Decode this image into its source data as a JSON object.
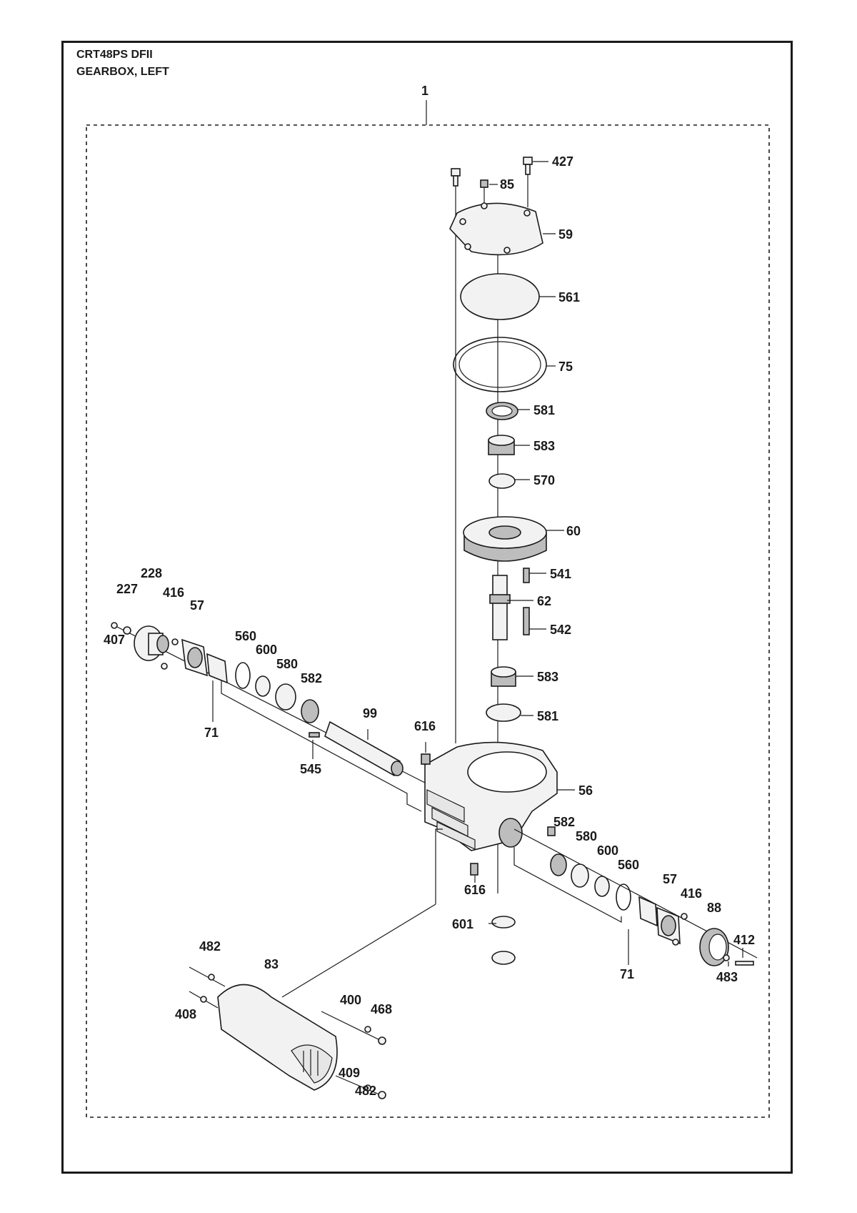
{
  "header": {
    "model": "CRT48PS DFII",
    "section": "GEARBOX, LEFT"
  },
  "assembly_label": "1",
  "callouts": {
    "c427": "427",
    "c85": "85",
    "c59": "59",
    "c561": "561",
    "c75": "75",
    "c581a": "581",
    "c583a": "583",
    "c570": "570",
    "c60": "60",
    "c541": "541",
    "c62": "62",
    "c542": "542",
    "c583b": "583",
    "c581b": "581",
    "c228": "228",
    "c227": "227",
    "c416a": "416",
    "c57a": "57",
    "c407": "407",
    "c560a": "560",
    "c600a": "600",
    "c580a": "580",
    "c582a": "582",
    "c71a": "71",
    "c99": "99",
    "c616a": "616",
    "c545": "545",
    "c56": "56",
    "c582b": "582",
    "c580b": "580",
    "c600b": "600",
    "c560b": "560",
    "c57b": "57",
    "c416b": "416",
    "c88": "88",
    "c412": "412",
    "c483": "483",
    "c71b": "71",
    "c616b": "616",
    "c601": "601",
    "c482a": "482",
    "c83": "83",
    "c408": "408",
    "c400": "400",
    "c468": "468",
    "c409": "409",
    "c482b": "482"
  },
  "icons": [
    "bolt-icon",
    "nipple-icon",
    "cover-plate-icon",
    "o-ring-icon",
    "gasket-icon",
    "bearing-cup-icon",
    "tapered-bearing-icon",
    "shim-icon",
    "worm-gear-icon",
    "key-icon",
    "shaft-icon",
    "housing-icon",
    "flange-icon",
    "cover-icon",
    "hub-icon"
  ]
}
